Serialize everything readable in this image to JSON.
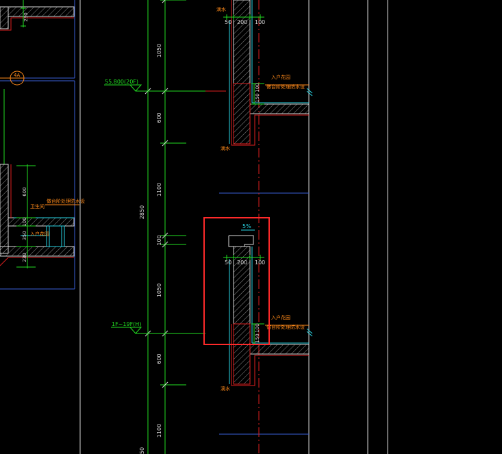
{
  "colors": {
    "background": "#000000",
    "green": "#22e022",
    "white": "#d8d8d8",
    "blue": "#3a5fd8",
    "red": "#e02020",
    "orange": "#ff8a1a",
    "cyan": "#29d6e6",
    "highlight": "#ff2a2a",
    "hatch": "#8f8f8f"
  },
  "levels": {
    "upper": "55.800(20F)",
    "lower": "1F~19F(H)"
  },
  "vertical_dims": [
    "1050",
    "600",
    "1100",
    "2850",
    "100",
    "1050",
    "600",
    "1100",
    "50"
  ],
  "upper_detail": {
    "dims": [
      "50",
      "200",
      "100"
    ],
    "side_dims": [
      "100",
      "150"
    ],
    "labels": [
      "入户花园",
      "做台阶处理防水设"
    ],
    "notes": [
      "滴水",
      "滴水"
    ]
  },
  "lower_detail": {
    "slope": "5%",
    "dims": [
      "50",
      "200",
      "100"
    ],
    "side_dims": [
      "100",
      "150"
    ],
    "labels": [
      "入户花园",
      "做台阶处理防水设"
    ],
    "notes": [
      "滴水"
    ]
  },
  "left_detail": {
    "callout": "4A",
    "dims": [
      "230",
      "600",
      "100",
      "350",
      "230"
    ],
    "labels": [
      "卫生间",
      "做台阶处理防水设",
      "入户花园"
    ]
  }
}
